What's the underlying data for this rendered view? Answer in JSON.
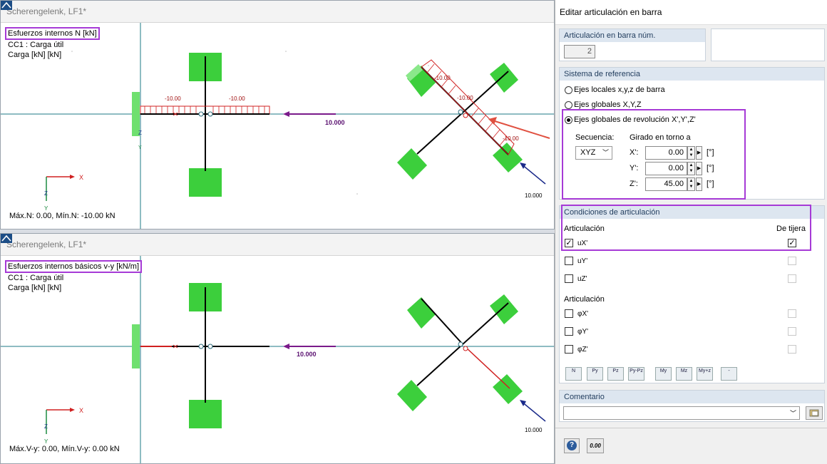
{
  "windows": [
    {
      "title": "Scherengelenk, LF1*",
      "result_label": "Esfuerzos internos N [kN]",
      "case_line": "CC1 : Carga útil",
      "load_line": "Carga [kN] [kN]",
      "stat_line": "Máx.N: 0.00, Mín.N: -10.00 kN"
    },
    {
      "title": "Scherengelenk, LF1*",
      "result_label": "Esfuerzos internos básicos v-y [kN/m]",
      "case_line": "CC1 : Carga útil",
      "load_line": "Carga [kN] [kN]",
      "stat_line": "Máx.V-y: 0.00, Mín.V-y: 0.00 kN"
    }
  ],
  "diagram": {
    "load_value": "10.000",
    "axis_x": "X",
    "axis_y": "Y",
    "axis_z": "Z",
    "force_labels": [
      "-10.00",
      "-10.00",
      "-10.00",
      "-10.00",
      "-10.00"
    ]
  },
  "dialog": {
    "title": "Editar articulación en barra",
    "hinge_no_label": "Articulación en barra núm.",
    "hinge_no_value": "2",
    "refsys_label": "Sistema de referencia",
    "radio_local": "Ejes locales x,y,z de barra",
    "radio_global": "Ejes globales X,Y,Z",
    "radio_revolution": "Ejes globales de revolución X',Y',Z'",
    "sequence_label": "Secuencia:",
    "sequence_value": "XYZ",
    "rotation_label": "Girado en torno a",
    "rot_x_label": "X':",
    "rot_x_value": "0.00",
    "rot_y_label": "Y':",
    "rot_y_value": "0.00",
    "rot_z_label": "Z':",
    "rot_z_value": "45.00",
    "unit": "[°]",
    "conditions_label": "Condiciones de articulación",
    "articulacion_label": "Articulación",
    "scissors_label": "De tijera",
    "u_items": [
      "uX'",
      "uY'",
      "uZ'"
    ],
    "phi_label": "Articulación",
    "phi_items": [
      "φX'",
      "φY'",
      "φZ'"
    ],
    "toolbar_buttons": [
      "N",
      "Py",
      "Pz",
      "Py-Pz",
      "My",
      "Mz",
      "My+z",
      "-"
    ],
    "comment_label": "Comentario",
    "comment_value": "",
    "help_icon": "?",
    "units_button": "0.00"
  },
  "colors": {
    "accent_purple": "#a63ad6",
    "support_green": "#3ccf3c",
    "load_red": "#d02020",
    "load_purple": "#7a1a8a",
    "header_blue": "#dde6f0"
  }
}
